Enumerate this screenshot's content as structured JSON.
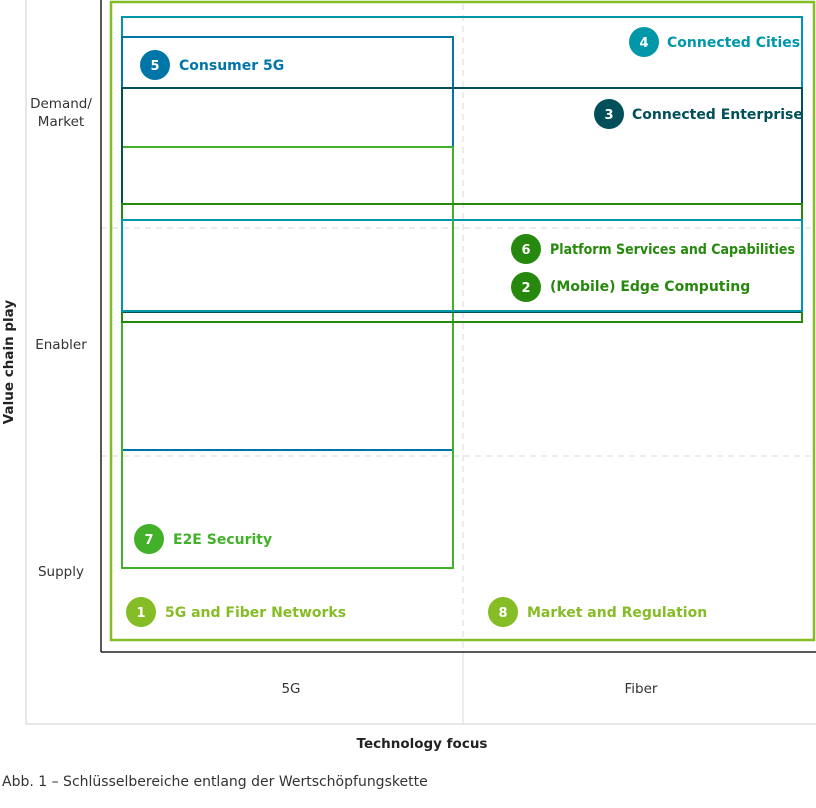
{
  "axes": {
    "y_title": "Value chain play",
    "x_title": "Technology focus",
    "y_ticks": [
      "Demand/",
      "Market",
      "Enabler",
      "Supply"
    ],
    "x_ticks": [
      "5G",
      "Fiber"
    ]
  },
  "colors": {
    "light_green": "#86bc25",
    "mid_green": "#43b02a",
    "dark_green": "#26890d",
    "teal": "#0097a9",
    "blue": "#0076a8",
    "dark_teal": "#004f59"
  },
  "areas": [
    {
      "number": "1",
      "label": "5G and Fiber Networks"
    },
    {
      "number": "2",
      "label": "(Mobile) Edge Computing"
    },
    {
      "number": "3",
      "label": "Connected Enterprise"
    },
    {
      "number": "4",
      "label": "Connected Cities"
    },
    {
      "number": "5",
      "label": "Consumer 5G"
    },
    {
      "number": "6",
      "label": "Platform Services and Capabilities"
    },
    {
      "number": "7",
      "label": "E2E Security"
    },
    {
      "number": "8",
      "label": "Market and Regulation"
    }
  ],
  "caption": "Abb. 1 – Schlüsselbereiche entlang der Wertschöpfungskette"
}
